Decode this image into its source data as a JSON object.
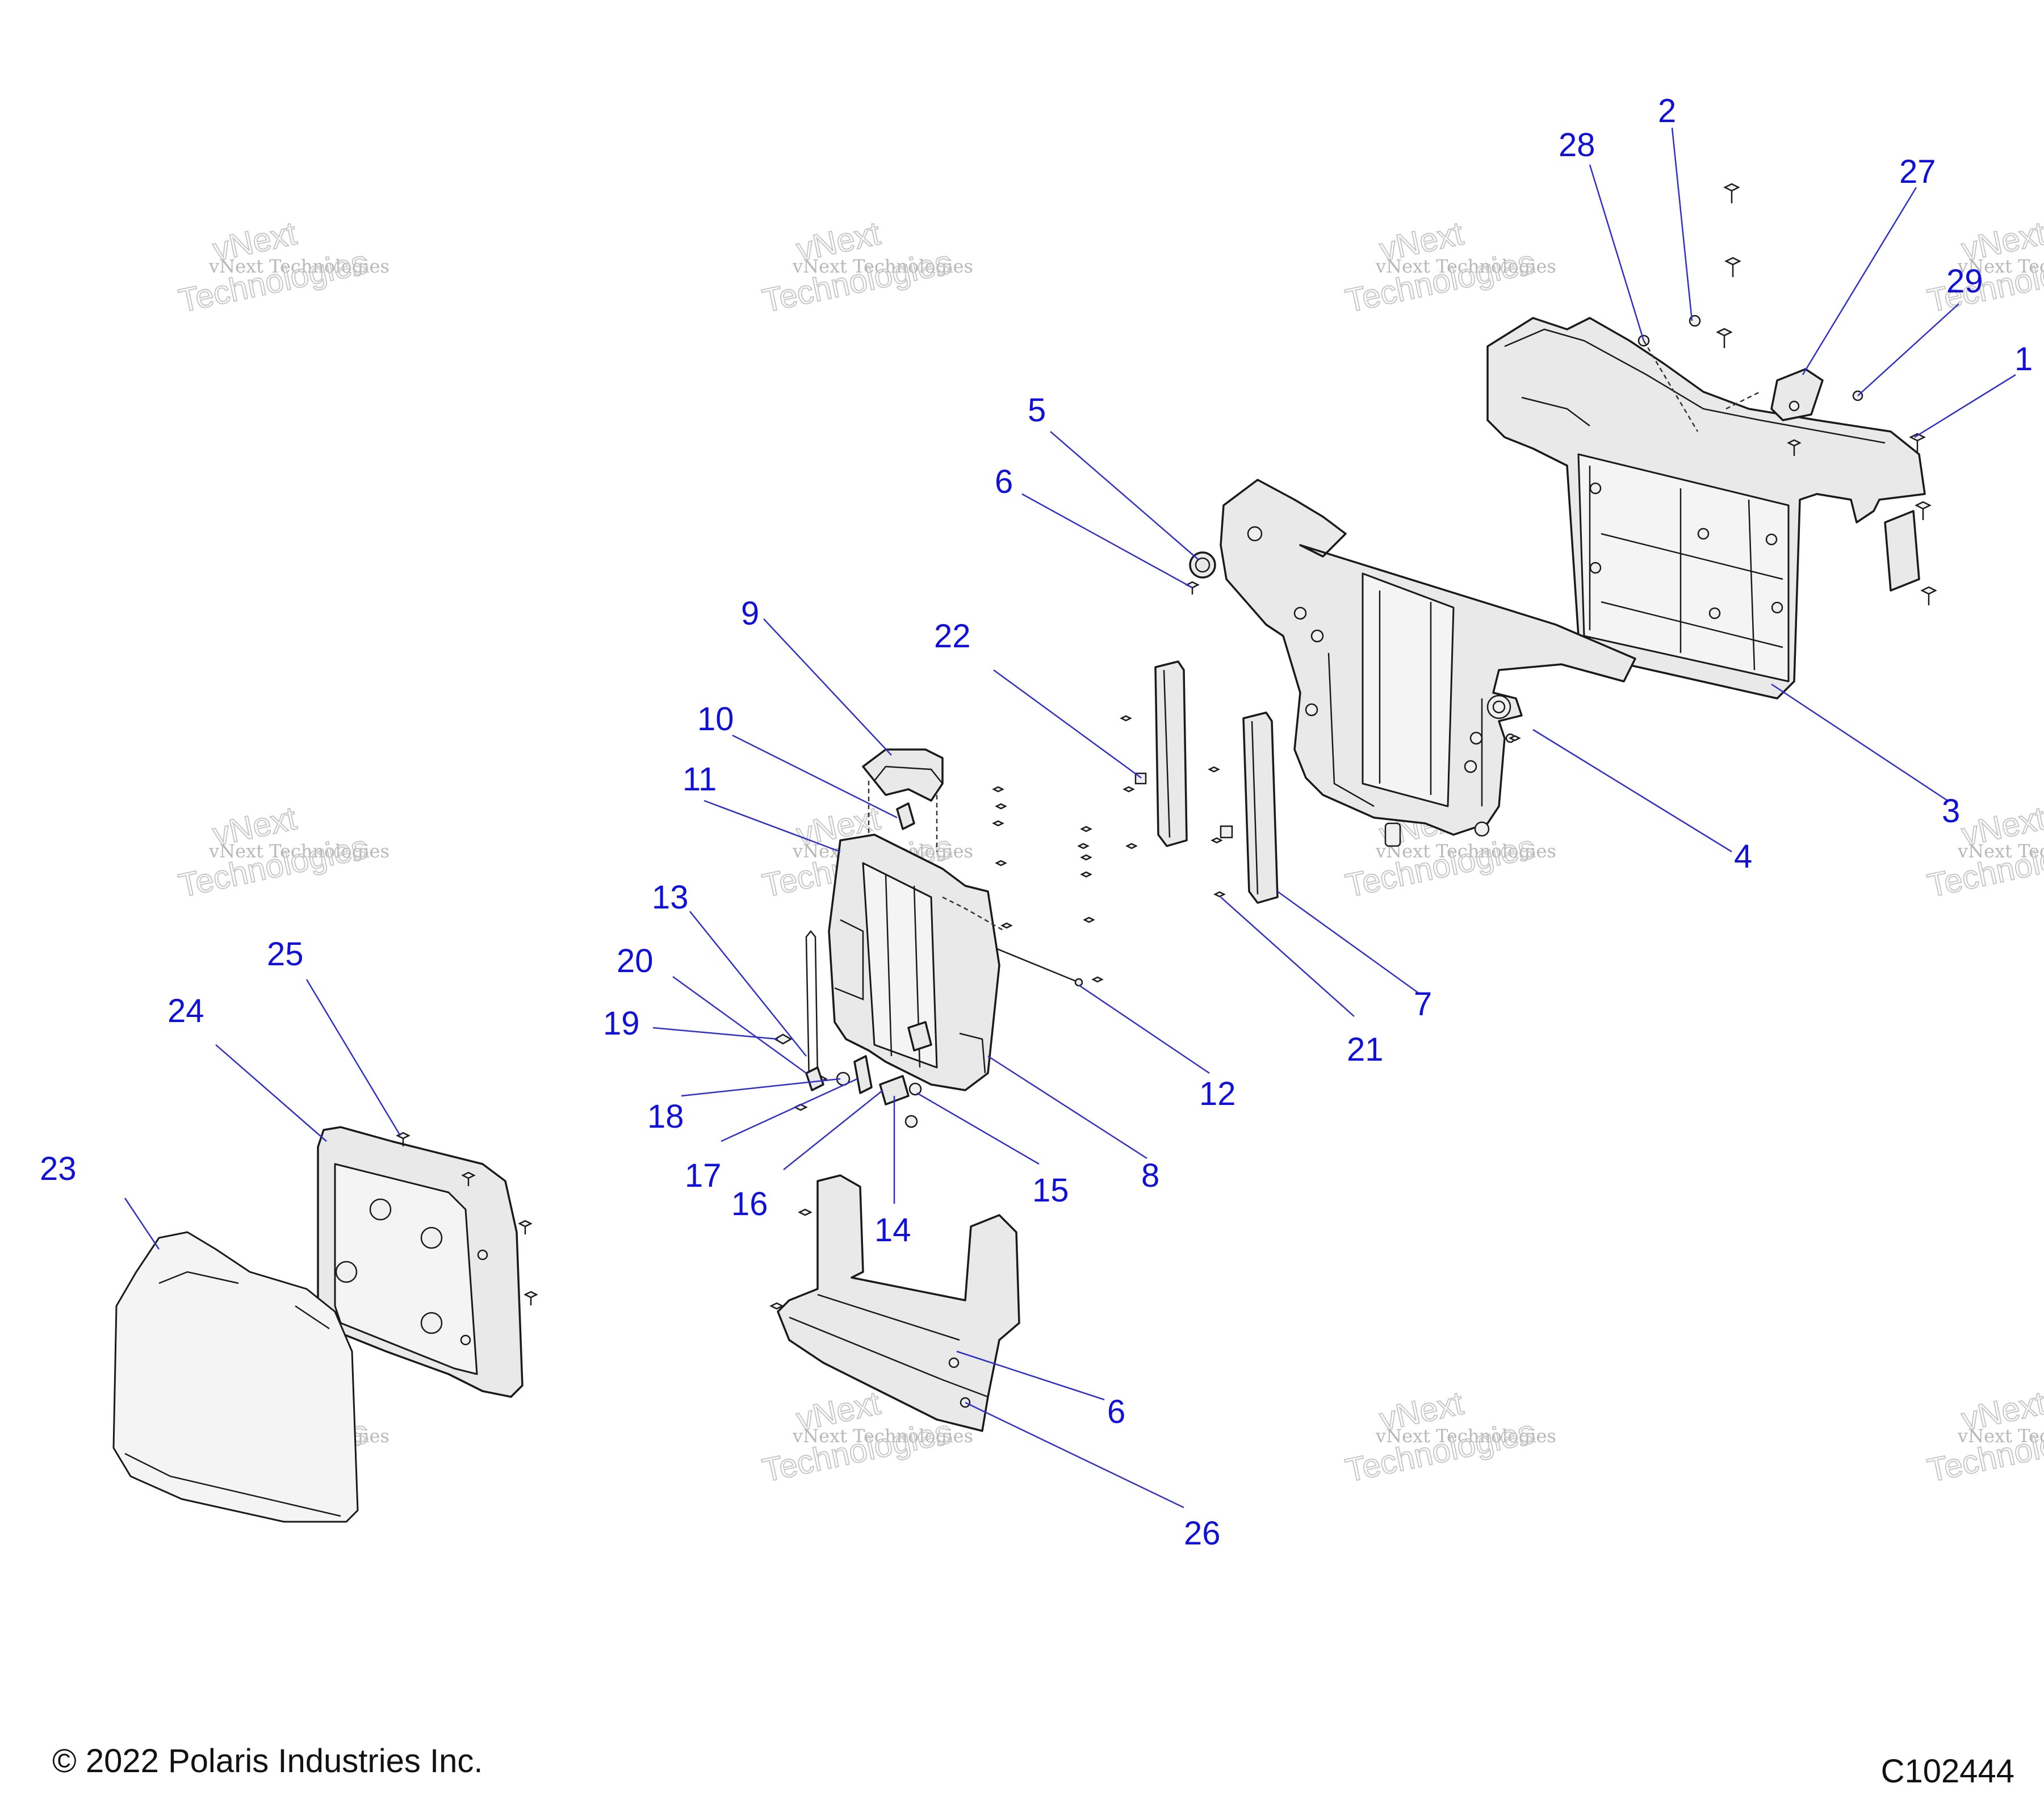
{
  "diagram": {
    "callouts": [
      "1",
      "2",
      "3",
      "4",
      "5",
      "6",
      "7",
      "8",
      "9",
      "10",
      "11",
      "12",
      "13",
      "14",
      "15",
      "16",
      "17",
      "18",
      "19",
      "20",
      "21",
      "22",
      "23",
      "24",
      "25",
      "26",
      "27",
      "28",
      "29",
      "6"
    ],
    "watermark": {
      "line1": "vNext",
      "line2": "vNext Technologies",
      "line3": "Technologies"
    }
  },
  "footer": {
    "copyright": "© 2022 Polaris Industries Inc.",
    "code": "C102444"
  }
}
